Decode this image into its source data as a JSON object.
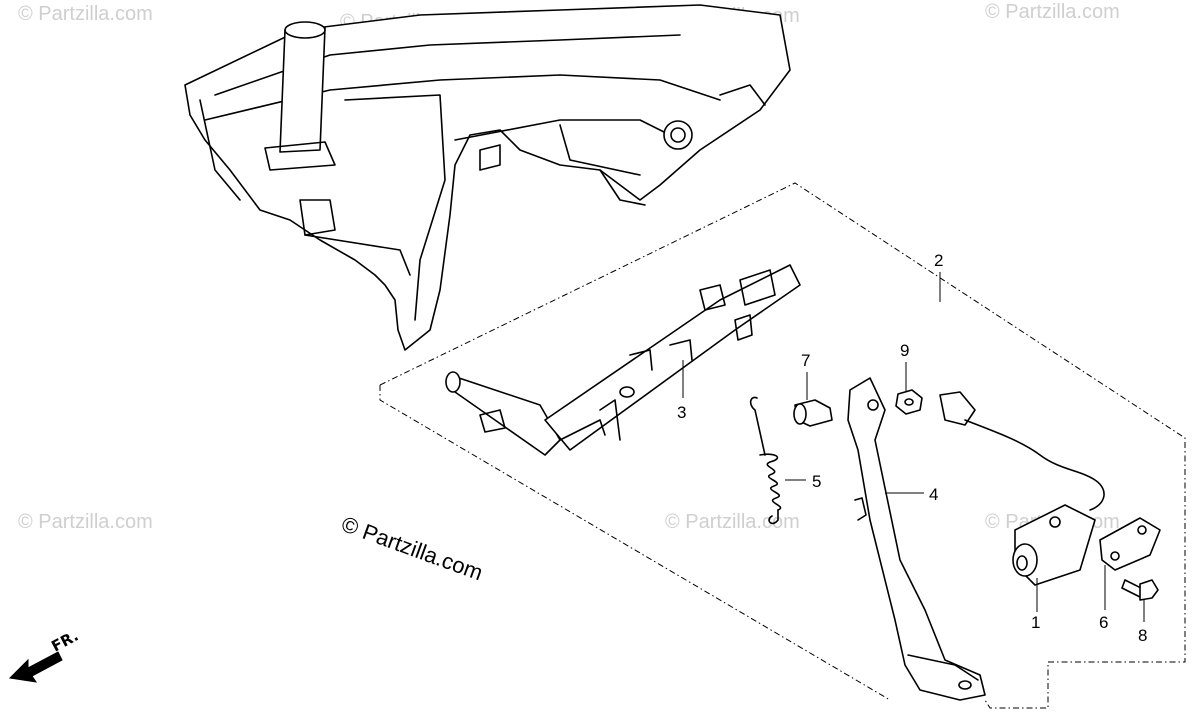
{
  "watermark_text": "© Partzilla.com",
  "copyright_text": "© Partzilla.com",
  "front_label": "FR.",
  "callouts": [
    "2",
    "3",
    "7",
    "9",
    "5",
    "4",
    "1",
    "6",
    "8"
  ],
  "icons": [
    "front-direction-arrow-icon"
  ]
}
